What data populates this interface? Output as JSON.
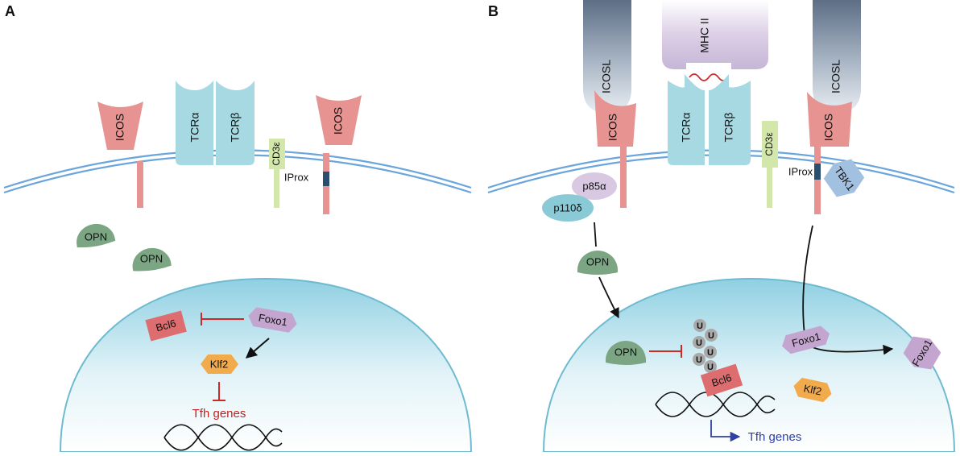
{
  "panels": {
    "a": {
      "label": "A",
      "icos_left": "ICOS",
      "tcr_alpha": "TCRα",
      "tcr_beta": "TCRβ",
      "cd3e": "CD3ε",
      "icos_right": "ICOS",
      "iprox": "IProx",
      "opn_1": "OPN",
      "opn_2": "OPN",
      "bcl6": "Bcl6",
      "foxo1": "Foxo1",
      "klf2": "Klf2",
      "tfh_genes": "Tfh genes"
    },
    "b": {
      "label": "B",
      "icosl_left": "ICOSL",
      "mhc_ii": "MHC II",
      "icosl_right": "ICOSL",
      "icos_left": "ICOS",
      "tcr_alpha": "TCRα",
      "tcr_beta": "TCRβ",
      "cd3e": "CD3ε",
      "icos_right": "ICOS",
      "iprox": "IProx",
      "tbk1": "TBK1",
      "p85a": "p85α",
      "p110d": "p110δ",
      "opn_cyto": "OPN",
      "opn_nuc": "OPN",
      "ubiquitin": "U",
      "bcl6": "Bcl6",
      "foxo1_nuc": "Foxo1",
      "foxo1_out": "Foxo1",
      "klf2": "Klf2",
      "tfh_genes": "Tfh genes"
    }
  },
  "colors": {
    "icos": "#e69391",
    "icosl_top": "#5e6f86",
    "tcr": "#a7d9e3",
    "cd3e": "#d4e7ab",
    "membrane": "#6aa5dc",
    "iprox_bar": "#2a4f6e",
    "opn": "#7ba583",
    "bcl6": "#de6d6f",
    "foxo1": "#c3a5cf",
    "klf2": "#f1ab4d",
    "p85a": "#d8c8e2",
    "p110d": "#89cad6",
    "tbk1": "#a2c0df",
    "mhc": "#c7b8d8",
    "ubiquitin": "#a9a9a9",
    "inhibit": "#cc2929",
    "activate_blue": "#2f41a4",
    "nucleus_edge": "#6ebbd0"
  }
}
